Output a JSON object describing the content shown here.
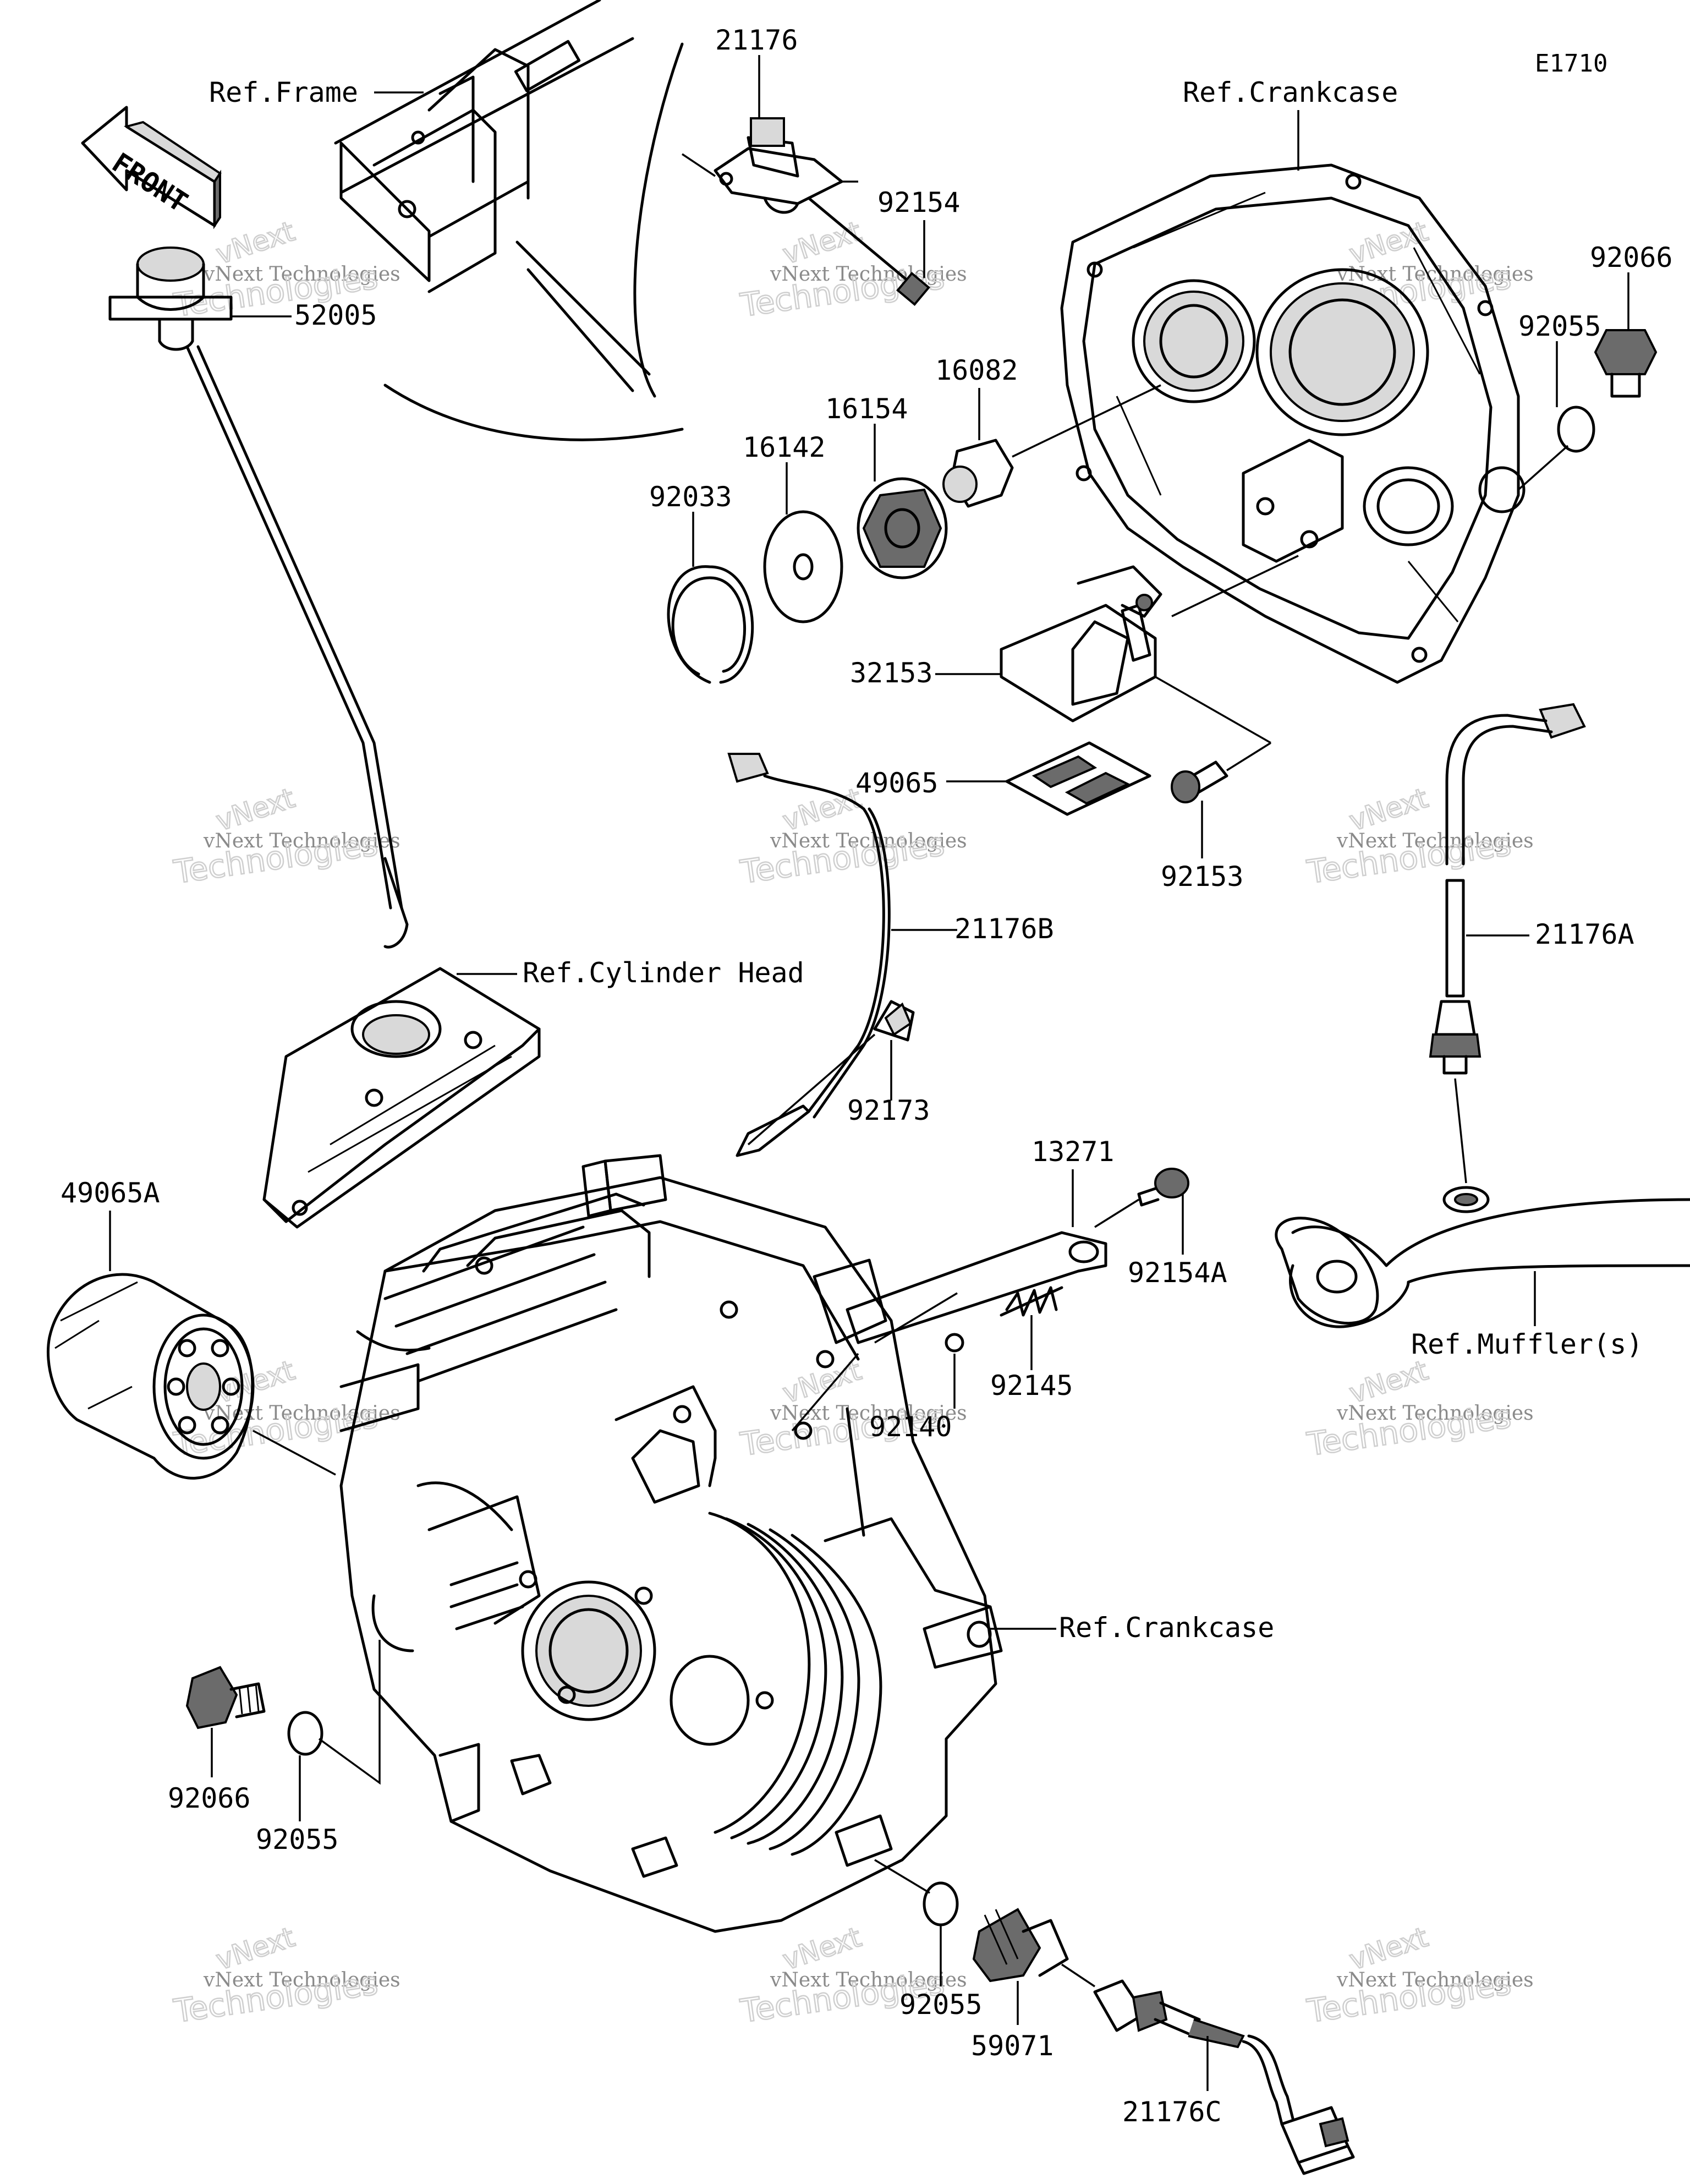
{
  "diagram_code": "E1710",
  "front_arrow": "FRONT",
  "watermark": {
    "line_a": "vNext",
    "line_b": "vNext Technologies",
    "line_c": "Technologies"
  },
  "references": {
    "frame": "Ref.Frame",
    "crankcase_top": "Ref.Crankcase",
    "cylinder_head": "Ref.Cylinder Head",
    "crankcase_bottom": "Ref.Crankcase",
    "muffler": "Ref.Muffler(s)"
  },
  "parts": {
    "p21176": "21176",
    "p92154": "92154",
    "p52005": "52005",
    "p92066_top": "92066",
    "p92055_top": "92055",
    "p16082": "16082",
    "p16154": "16154",
    "p16142": "16142",
    "p92033": "92033",
    "p32153": "32153",
    "p49065": "49065",
    "p92153": "92153",
    "p21176B": "21176B",
    "p21176A": "21176A",
    "p92173": "92173",
    "p13271": "13271",
    "p92154A": "92154A",
    "p49065A": "49065A",
    "p92145": "92145",
    "p92140": "92140",
    "p92066_bottom": "92066",
    "p92055_bottom_left": "92055",
    "p92055_bottom": "92055",
    "p59071": "59071",
    "p21176C": "21176C"
  }
}
